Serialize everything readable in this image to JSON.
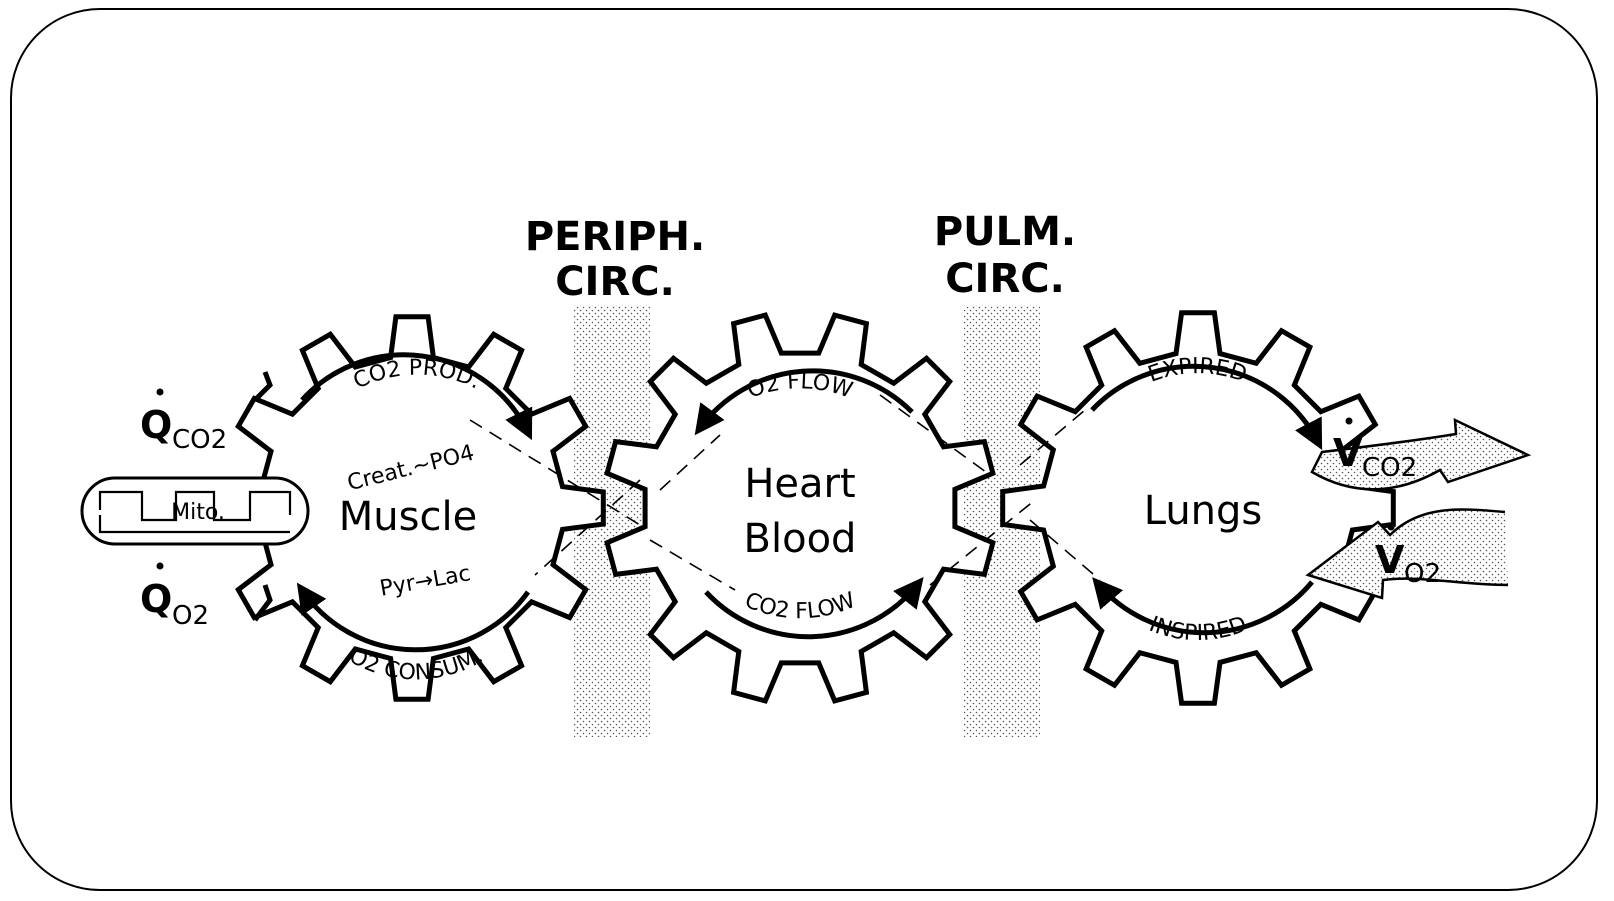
{
  "headers": {
    "periph_line1": "PERIPH.",
    "periph_line2": "CIRC.",
    "pulm_line1": "PULM.",
    "pulm_line2": "CIRC."
  },
  "gears": {
    "muscle": {
      "label": "Muscle",
      "top_arc": "CO2 PROD.",
      "top_sub": "Creat.~PO4",
      "bottom_sub": "Pyr→Lac",
      "bottom_arc": "O2 CONSUM."
    },
    "heart": {
      "label_line1": "Heart",
      "label_line2": "Blood",
      "top_arc": "O2 FLOW",
      "bottom_arc": "CO2 FLOW"
    },
    "lungs": {
      "label": "Lungs",
      "top_arc": "EXPIRED",
      "bottom_arc": "INSPIRED"
    }
  },
  "left_indicators": {
    "qco2_main": "Q",
    "qco2_sub": "CO2",
    "qo2_main": "Q",
    "qo2_sub": "O2"
  },
  "right_indicators": {
    "vco2_main": "V",
    "vco2_sub": "CO2",
    "vo2_main": "V",
    "vo2_sub": "O2"
  },
  "mitochondrion": {
    "label": "Mito."
  }
}
